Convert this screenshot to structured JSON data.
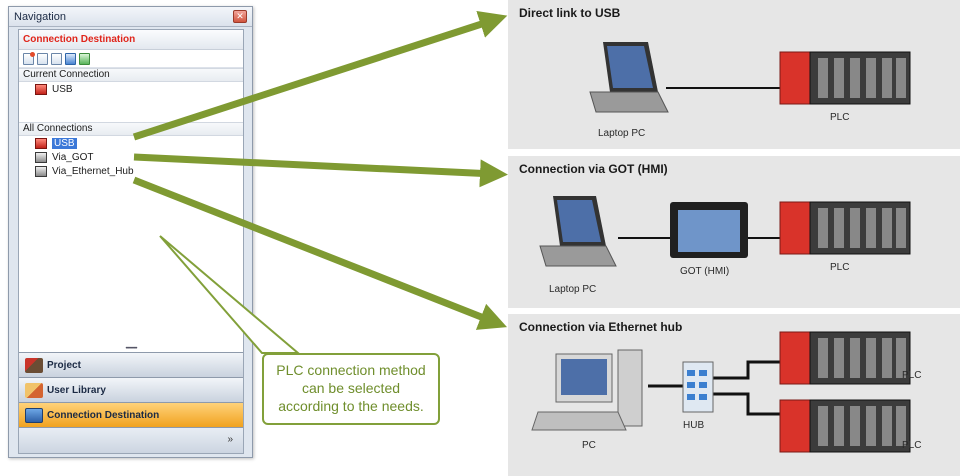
{
  "navigation": {
    "title": "Navigation",
    "panel_header": "Connection Destination",
    "current_connection_label": "Current Connection",
    "current_items": [
      {
        "label": "USB"
      }
    ],
    "all_connections_label": "All Connections",
    "all_items": [
      {
        "label": "USB",
        "selected": true
      },
      {
        "label": "Via_GOT",
        "selected": false
      },
      {
        "label": "Via_Ethernet_Hub",
        "selected": false
      }
    ],
    "buttons": [
      {
        "label": "Project"
      },
      {
        "label": "User Library"
      },
      {
        "label": "Connection Destination",
        "active": true
      }
    ],
    "footer_icon": "chevron-double-right-icon"
  },
  "callout": {
    "line1": "PLC connection method",
    "line2": "can be selected",
    "line3": "according to the needs."
  },
  "scenarios": [
    {
      "title": "Direct link to USB",
      "labels": {
        "pc": "Laptop PC",
        "plc": "PLC"
      }
    },
    {
      "title": "Connection via GOT (HMI)",
      "labels": {
        "pc": "Laptop PC",
        "got": "GOT (HMI)",
        "plc": "PLC"
      }
    },
    {
      "title": "Connection via Ethernet hub",
      "labels": {
        "pc": "PC",
        "hub": "HUB",
        "plc1": "PLC",
        "plc2": "PLC"
      }
    }
  ],
  "colors": {
    "arrow": "#7f9a32",
    "accent_red": "#e0251b",
    "active_button": "#f1a21f",
    "panel_bg": "#e6e6e6"
  }
}
